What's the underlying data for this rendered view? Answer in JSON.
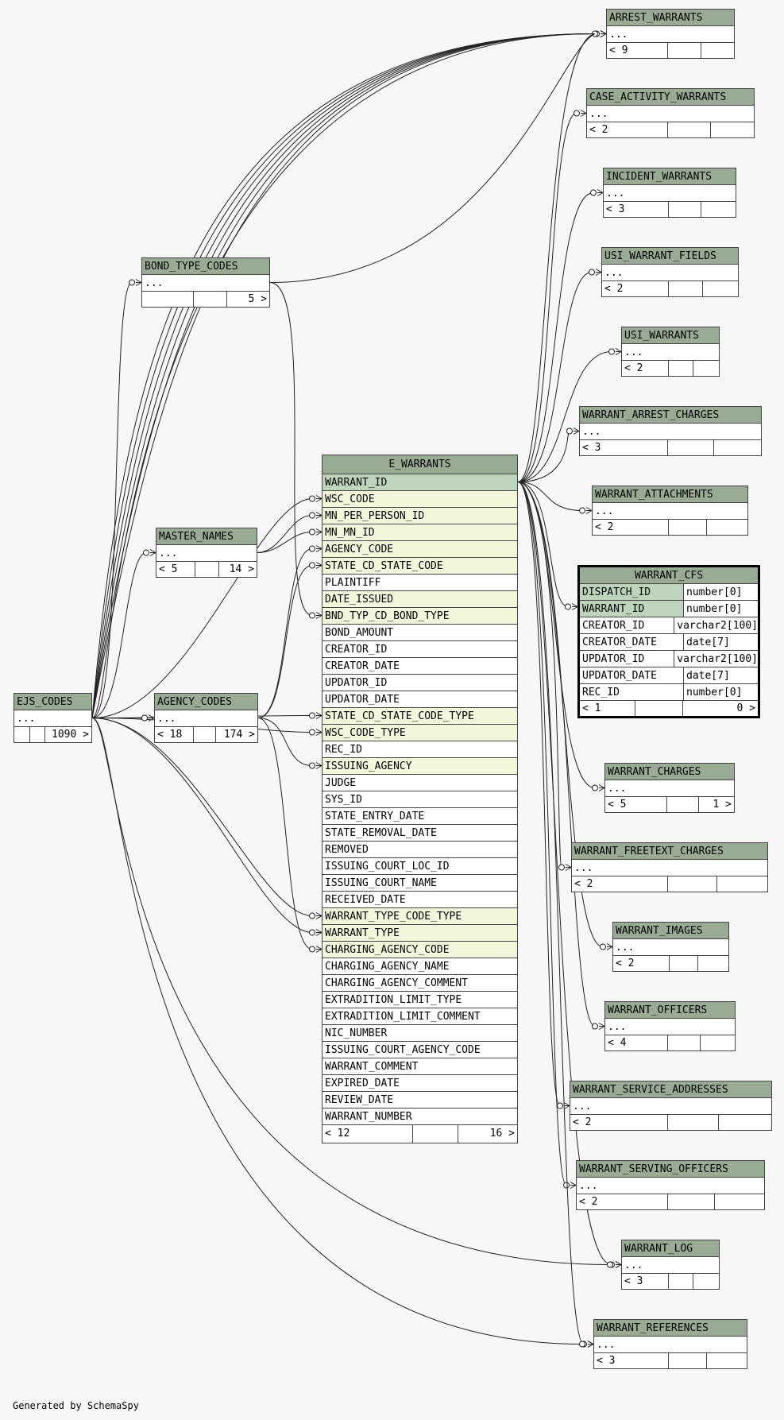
{
  "footer": "Generated by SchemaSpy",
  "tables": {
    "arrest_warrants": {
      "name": "ARREST_WARRANTS",
      "ellipsis": "...",
      "left": "< 9",
      "right": ""
    },
    "case_activity_warrants": {
      "name": "CASE_ACTIVITY_WARRANTS",
      "ellipsis": "...",
      "left": "< 2",
      "right": ""
    },
    "incident_warrants": {
      "name": "INCIDENT_WARRANTS",
      "ellipsis": "...",
      "left": "< 3",
      "right": ""
    },
    "usi_warrant_fields": {
      "name": "USI_WARRANT_FIELDS",
      "ellipsis": "...",
      "left": "< 2",
      "right": ""
    },
    "usi_warrants": {
      "name": "USI_WARRANTS",
      "ellipsis": "...",
      "left": "< 2",
      "right": ""
    },
    "warrant_arrest_charges": {
      "name": "WARRANT_ARREST_CHARGES",
      "ellipsis": "...",
      "left": "< 3",
      "right": ""
    },
    "warrant_attachments": {
      "name": "WARRANT_ATTACHMENTS",
      "ellipsis": "...",
      "left": "< 2",
      "right": ""
    },
    "warrant_charges": {
      "name": "WARRANT_CHARGES",
      "ellipsis": "...",
      "left": "< 5",
      "right": "1 >"
    },
    "warrant_freetext_charges": {
      "name": "WARRANT_FREETEXT_CHARGES",
      "ellipsis": "...",
      "left": "< 2",
      "right": ""
    },
    "warrant_images": {
      "name": "WARRANT_IMAGES",
      "ellipsis": "...",
      "left": "< 2",
      "right": ""
    },
    "warrant_officers": {
      "name": "WARRANT_OFFICERS",
      "ellipsis": "...",
      "left": "< 4",
      "right": ""
    },
    "warrant_service_addresses": {
      "name": "WARRANT_SERVICE_ADDRESSES",
      "ellipsis": "...",
      "left": "< 2",
      "right": ""
    },
    "warrant_serving_officers": {
      "name": "WARRANT_SERVING_OFFICERS",
      "ellipsis": "...",
      "left": "< 2",
      "right": ""
    },
    "warrant_log": {
      "name": "WARRANT_LOG",
      "ellipsis": "...",
      "left": "< 3",
      "right": ""
    },
    "warrant_references": {
      "name": "WARRANT_REFERENCES",
      "ellipsis": "...",
      "left": "< 3",
      "right": ""
    },
    "bond_type_codes": {
      "name": "BOND_TYPE_CODES",
      "ellipsis": "...",
      "left": "",
      "right": "5 >"
    },
    "master_names": {
      "name": "MASTER_NAMES",
      "ellipsis": "...",
      "left": "< 5",
      "right": "14 >"
    },
    "agency_codes": {
      "name": "AGENCY_CODES",
      "ellipsis": "...",
      "left": "< 18",
      "right": "174 >"
    },
    "ejs_codes": {
      "name": "EJS_CODES",
      "ellipsis": "...",
      "left": "",
      "right": "1090 >"
    }
  },
  "e_warrants": {
    "name": "E_WARRANTS",
    "columns": [
      {
        "name": "WARRANT_ID",
        "kind": "pk"
      },
      {
        "name": "WSC_CODE",
        "kind": "fk"
      },
      {
        "name": "MN_PER_PERSON_ID",
        "kind": "fk"
      },
      {
        "name": "MN_MN_ID",
        "kind": "fk"
      },
      {
        "name": "AGENCY_CODE",
        "kind": "fk"
      },
      {
        "name": "STATE_CD_STATE_CODE",
        "kind": "fk"
      },
      {
        "name": "PLAINTIFF",
        "kind": ""
      },
      {
        "name": "DATE_ISSUED",
        "kind": "fk"
      },
      {
        "name": "BND_TYP_CD_BOND_TYPE",
        "kind": "fk"
      },
      {
        "name": "BOND_AMOUNT",
        "kind": ""
      },
      {
        "name": "CREATOR_ID",
        "kind": ""
      },
      {
        "name": "CREATOR_DATE",
        "kind": ""
      },
      {
        "name": "UPDATOR_ID",
        "kind": ""
      },
      {
        "name": "UPDATOR_DATE",
        "kind": ""
      },
      {
        "name": "STATE_CD_STATE_CODE_TYPE",
        "kind": "fk"
      },
      {
        "name": "WSC_CODE_TYPE",
        "kind": "fk"
      },
      {
        "name": "REC_ID",
        "kind": ""
      },
      {
        "name": "ISSUING_AGENCY",
        "kind": "fk"
      },
      {
        "name": "JUDGE",
        "kind": ""
      },
      {
        "name": "SYS_ID",
        "kind": ""
      },
      {
        "name": "STATE_ENTRY_DATE",
        "kind": ""
      },
      {
        "name": "STATE_REMOVAL_DATE",
        "kind": ""
      },
      {
        "name": "REMOVED",
        "kind": ""
      },
      {
        "name": "ISSUING_COURT_LOC_ID",
        "kind": ""
      },
      {
        "name": "ISSUING_COURT_NAME",
        "kind": ""
      },
      {
        "name": "RECEIVED_DATE",
        "kind": ""
      },
      {
        "name": "WARRANT_TYPE_CODE_TYPE",
        "kind": "fk"
      },
      {
        "name": "WARRANT_TYPE",
        "kind": "fk"
      },
      {
        "name": "CHARGING_AGENCY_CODE",
        "kind": "fk"
      },
      {
        "name": "CHARGING_AGENCY_NAME",
        "kind": ""
      },
      {
        "name": "CHARGING_AGENCY_COMMENT",
        "kind": ""
      },
      {
        "name": "EXTRADITION_LIMIT_TYPE",
        "kind": ""
      },
      {
        "name": "EXTRADITION_LIMIT_COMMENT",
        "kind": ""
      },
      {
        "name": "NIC_NUMBER",
        "kind": ""
      },
      {
        "name": "ISSUING_COURT_AGENCY_CODE",
        "kind": ""
      },
      {
        "name": "WARRANT_COMMENT",
        "kind": ""
      },
      {
        "name": "EXPIRED_DATE",
        "kind": ""
      },
      {
        "name": "REVIEW_DATE",
        "kind": ""
      },
      {
        "name": "WARRANT_NUMBER",
        "kind": ""
      }
    ],
    "left": "< 12",
    "right": "16 >"
  },
  "warrant_cfs": {
    "name": "WARRANT_CFS",
    "columns": [
      {
        "name": "DISPATCH_ID",
        "type": "number[0]",
        "kind": "pk"
      },
      {
        "name": "WARRANT_ID",
        "type": "number[0]",
        "kind": "pk"
      },
      {
        "name": "CREATOR_ID",
        "type": "varchar2[100]",
        "kind": ""
      },
      {
        "name": "CREATOR_DATE",
        "type": "date[7]",
        "kind": ""
      },
      {
        "name": "UPDATOR_ID",
        "type": "varchar2[100]",
        "kind": ""
      },
      {
        "name": "UPDATOR_DATE",
        "type": "date[7]",
        "kind": ""
      },
      {
        "name": "REC_ID",
        "type": "number[0]",
        "kind": ""
      }
    ],
    "left": "< 1",
    "right": "0 >"
  },
  "colors": {
    "header": "#9aab95",
    "primary_key": "#bfd4bd",
    "foreign_key": "#f4f6dc",
    "background": "#f7f7f7"
  }
}
